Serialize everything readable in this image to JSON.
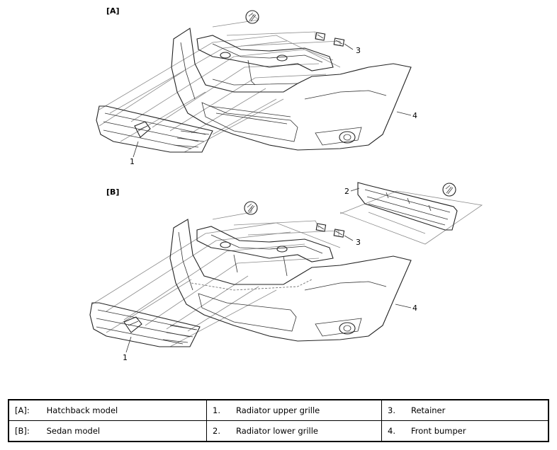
{
  "sections": {
    "a": {
      "tag": "[A]"
    },
    "b": {
      "tag": "[B]"
    }
  },
  "callouts": {
    "a": {
      "grille_lower": "1",
      "retainer": "3",
      "bumper": "4"
    },
    "b": {
      "grille_lower": "1",
      "grille_upper": "2",
      "retainer": "3",
      "bumper": "4"
    }
  },
  "legend": {
    "rows": [
      [
        {
          "key": "[A]:",
          "label": "Hatchback model"
        },
        {
          "key": "1.",
          "label": "Radiator upper grille"
        },
        {
          "key": "3.",
          "label": "Retainer"
        }
      ],
      [
        {
          "key": "[B]:",
          "label": "Sedan model"
        },
        {
          "key": "2.",
          "label": "Radiator lower grille"
        },
        {
          "key": "4.",
          "label": "Front bumper"
        }
      ]
    ]
  },
  "icons": [
    "bolt-symbol-icon"
  ]
}
